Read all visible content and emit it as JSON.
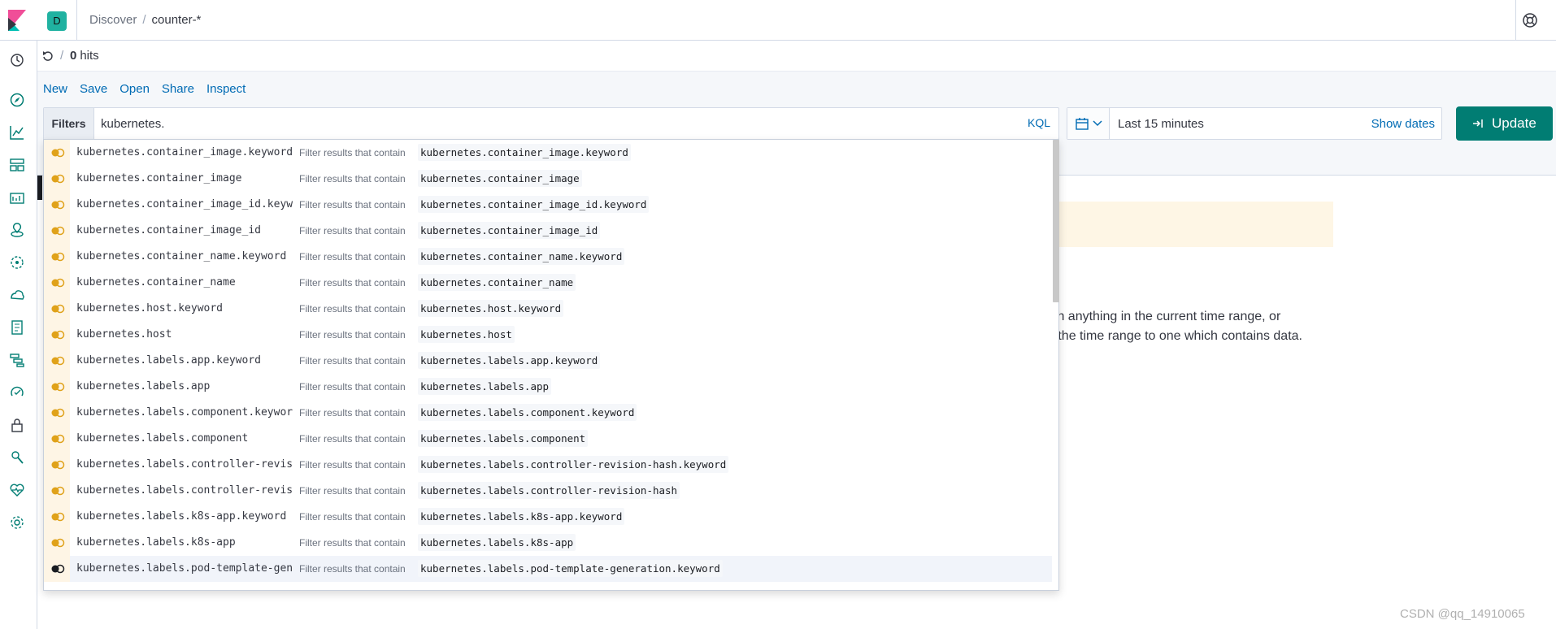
{
  "header": {
    "space_initial": "D",
    "breadcrumbs": [
      "Discover",
      "counter-*"
    ]
  },
  "hits": {
    "count": "0",
    "label": "hits"
  },
  "top_menu": [
    "New",
    "Save",
    "Open",
    "Share",
    "Inspect"
  ],
  "query": {
    "filters_label": "Filters",
    "value": "kubernetes.",
    "language": "KQL"
  },
  "date": {
    "range": "Last 15 minutes",
    "show_dates": "Show dates"
  },
  "update_label": "Update",
  "empty_state": {
    "line1": "tch anything in the current time range, or",
    "line2": "g the time range to one which contains data."
  },
  "suggestions": {
    "desc": "Filter results that contain",
    "items": [
      {
        "name": "kubernetes.container_image.keyword",
        "field": "kubernetes.container_image.keyword"
      },
      {
        "name": "kubernetes.container_image",
        "field": "kubernetes.container_image"
      },
      {
        "name": "kubernetes.container_image_id.keyw",
        "field": "kubernetes.container_image_id.keyword"
      },
      {
        "name": "kubernetes.container_image_id",
        "field": "kubernetes.container_image_id"
      },
      {
        "name": "kubernetes.container_name.keyword",
        "field": "kubernetes.container_name.keyword"
      },
      {
        "name": "kubernetes.container_name",
        "field": "kubernetes.container_name"
      },
      {
        "name": "kubernetes.host.keyword",
        "field": "kubernetes.host.keyword"
      },
      {
        "name": "kubernetes.host",
        "field": "kubernetes.host"
      },
      {
        "name": "kubernetes.labels.app.keyword",
        "field": "kubernetes.labels.app.keyword"
      },
      {
        "name": "kubernetes.labels.app",
        "field": "kubernetes.labels.app"
      },
      {
        "name": "kubernetes.labels.component.keywor",
        "field": "kubernetes.labels.component.keyword"
      },
      {
        "name": "kubernetes.labels.component",
        "field": "kubernetes.labels.component"
      },
      {
        "name": "kubernetes.labels.controller-revis",
        "field": "kubernetes.labels.controller-revision-hash.keyword"
      },
      {
        "name": "kubernetes.labels.controller-revis",
        "field": "kubernetes.labels.controller-revision-hash"
      },
      {
        "name": "kubernetes.labels.k8s-app.keyword",
        "field": "kubernetes.labels.k8s-app.keyword"
      },
      {
        "name": "kubernetes.labels.k8s-app",
        "field": "kubernetes.labels.k8s-app"
      },
      {
        "name": "kubernetes.labels.pod-template-gen",
        "field": "kubernetes.labels.pod-template-generation.keyword"
      }
    ],
    "active_index": 16
  },
  "watermark": "CSDN @qq_14910065",
  "colors": {
    "accent": "#006bb4",
    "update_bg": "#017d73",
    "field_icon": "#e0a21a"
  }
}
